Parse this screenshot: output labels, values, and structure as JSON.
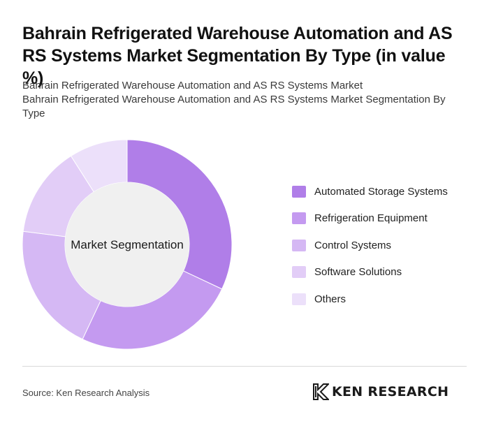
{
  "header": {
    "title": "Bahrain Refrigerated Warehouse Automation and AS RS Systems Market Segmentation By Type (in value %)",
    "subtitle_line1": "Bahrain Refrigerated Warehouse Automation and AS RS Systems Market",
    "subtitle_line2": "Bahrain Refrigerated Warehouse Automation and AS RS Systems Market Segmentation By Type"
  },
  "chart_data": {
    "type": "pie",
    "donut": true,
    "center_label": "Market Segmentation",
    "categories": [
      "Automated Storage Systems",
      "Refrigeration Equipment",
      "Control Systems",
      "Software Solutions",
      "Others"
    ],
    "values": [
      32,
      25,
      20,
      14,
      9
    ],
    "colors": [
      "#b07ee8",
      "#c49af0",
      "#d5b8f4",
      "#e2cdf7",
      "#ece0fa"
    ],
    "legend_position": "right"
  },
  "footer": {
    "source": "Source: Ken Research Analysis",
    "logo_text": "KEN RESEARCH",
    "logo_mark": "K"
  }
}
